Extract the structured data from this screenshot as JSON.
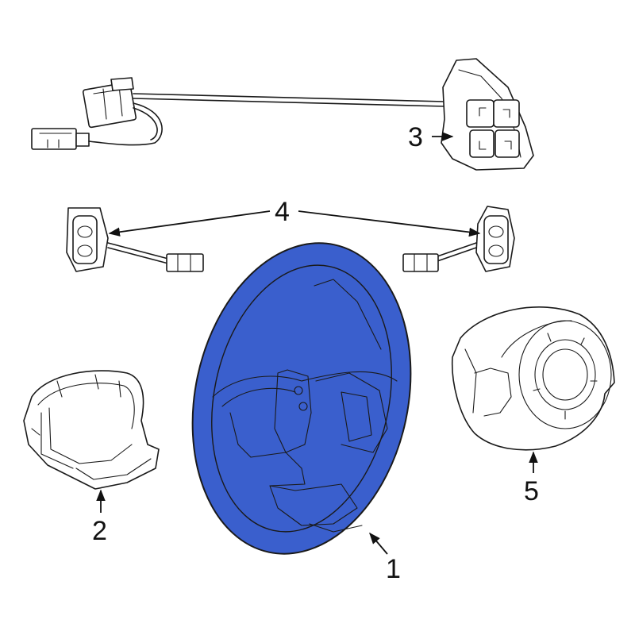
{
  "colors": {
    "highlight": "#3a5fcd",
    "outline": "#1a1a1a",
    "background": "#ffffff"
  },
  "callouts": {
    "steering_wheel": "1",
    "lower_cover": "2",
    "switch_assembly": "3",
    "control_switches": "4",
    "airbag_module": "5"
  }
}
